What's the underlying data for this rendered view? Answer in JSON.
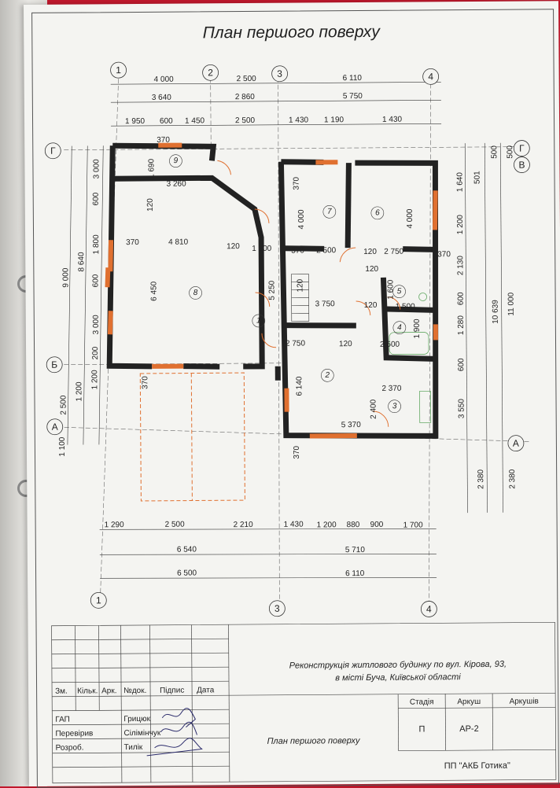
{
  "sheet": {
    "title": "План першого поверху"
  },
  "axes": {
    "top": [
      "1",
      "2",
      "3",
      "4"
    ],
    "bottom": [
      "1",
      "3",
      "4"
    ],
    "left": [
      "Г",
      "Б",
      "А"
    ],
    "right": [
      "Г",
      "В",
      "А"
    ]
  },
  "dims_top": {
    "row1": [
      "4 000",
      "2 500",
      "6 110"
    ],
    "row2": [
      "3 640",
      "2 860",
      "5 750"
    ],
    "row3": [
      "1 950",
      "600",
      "1 450",
      "2 500",
      "1 430",
      "1 190",
      "1 430"
    ]
  },
  "dims_bottom": {
    "row1": [
      "1 290",
      "2 500",
      "2 210",
      "1 430",
      "1 200",
      "880",
      "900",
      "1 700"
    ],
    "row2": [
      "6 540",
      "5 710"
    ],
    "row3": [
      "6 500",
      "6 110"
    ]
  },
  "dims_left": {
    "outer": [
      "9 000",
      "2 500",
      "1 100"
    ],
    "mid": [
      "8 640",
      "1 200"
    ],
    "inner": [
      "3 000",
      "600",
      "1 800",
      "600",
      "3 000",
      "200",
      "1 200"
    ]
  },
  "dims_right": {
    "outer": [
      "500",
      "11 000",
      "2 380"
    ],
    "mid": [
      "500",
      "10 639",
      "2 380"
    ],
    "inner": [
      "501",
      "1 640",
      "1 200",
      "2 130",
      "600",
      "1 280",
      "600",
      "3 550"
    ]
  },
  "interior_dims": [
    "1 690",
    "3 260",
    "120",
    "370",
    "4 810",
    "120",
    "1 200",
    "6 450",
    "5 250",
    "370",
    "4 000",
    "4 000",
    "370",
    "2 500",
    "120",
    "2 750",
    "370",
    "120",
    "3 750",
    "120",
    "1 500",
    "1 600",
    "2 750",
    "120",
    "2 500",
    "1 900",
    "370",
    "6 140",
    "2 370",
    "2 400",
    "5 370",
    "370",
    "370",
    "120"
  ],
  "rooms": [
    "9",
    "8",
    "1",
    "7",
    "6",
    "5",
    "4",
    "2",
    "3"
  ],
  "title_block": {
    "project": "Реконструкція житлового будинку по вул. Кірова, 93,",
    "project2": "в місті Буча, Київської області",
    "headers": [
      "Зм.",
      "Кільк.",
      "Арк.",
      "№док.",
      "Підпис",
      "Дата"
    ],
    "roles": [
      {
        "role": "ГАП",
        "name": "Грицюк"
      },
      {
        "role": "Перевірив",
        "name": "Сілімінчук"
      },
      {
        "role": "Розроб.",
        "name": "Тилік"
      }
    ],
    "stage_labels": [
      "Стадія",
      "Аркуш",
      "Аркушів"
    ],
    "stage_values": [
      "П",
      "АР-2",
      ""
    ],
    "sheet_name": "План першого поверху",
    "company": "ПП \"АКБ Готика\""
  }
}
